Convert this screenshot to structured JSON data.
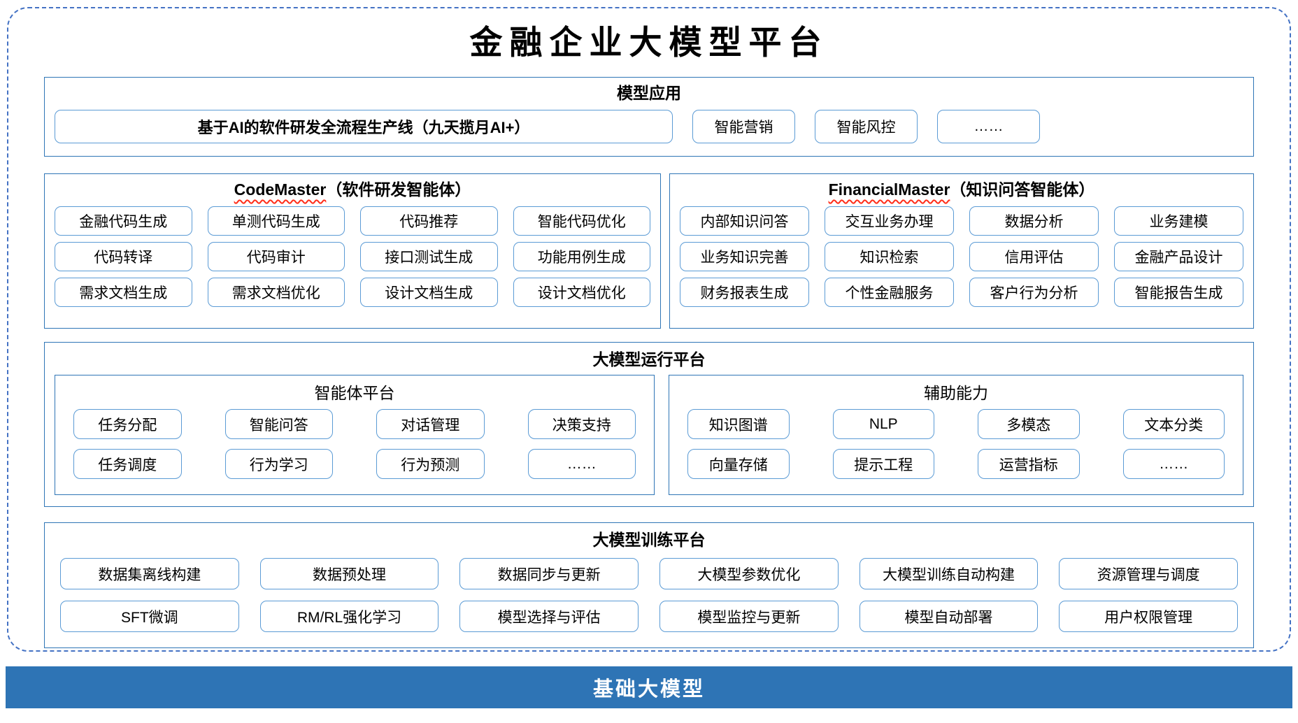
{
  "title": "金融企业大模型平台",
  "colors": {
    "section_border": "#2E75B6",
    "pill_border": "#5B9BD5",
    "outer_dashed": "#4472C4",
    "foundation_bar": "#2E74B5",
    "squiggle": "#FF2D19"
  },
  "sections": {
    "app": {
      "title": "模型应用",
      "pipeline": "基于AI的软件研发全流程生产线（九天揽月AI+）",
      "items": [
        "智能营销",
        "智能风控",
        "……"
      ]
    },
    "codemaster": {
      "name": "CodeMaster",
      "suffix": "（软件研发智能体）",
      "items": [
        "金融代码生成",
        "单测代码生成",
        "代码推荐",
        "智能代码优化",
        "代码转译",
        "代码审计",
        "接口测试生成",
        "功能用例生成",
        "需求文档生成",
        "需求文档优化",
        "设计文档生成",
        "设计文档优化"
      ]
    },
    "financialmaster": {
      "name": "FinancialMaster",
      "suffix": "（知识问答智能体）",
      "items": [
        "内部知识问答",
        "交互业务办理",
        "数据分析",
        "业务建模",
        "业务知识完善",
        "知识检索",
        "信用评估",
        "金融产品设计",
        "财务报表生成",
        "个性金融服务",
        "客户行为分析",
        "智能报告生成"
      ]
    },
    "run": {
      "title": "大模型运行平台",
      "agent": {
        "title": "智能体平台",
        "items": [
          "任务分配",
          "智能问答",
          "对话管理",
          "决策支持",
          "任务调度",
          "行为学习",
          "行为预测",
          "……"
        ]
      },
      "aux": {
        "title": "辅助能力",
        "items": [
          "知识图谱",
          "NLP",
          "多模态",
          "文本分类",
          "向量存储",
          "提示工程",
          "运营指标",
          "……"
        ]
      }
    },
    "train": {
      "title": "大模型训练平台",
      "items": [
        "数据集离线构建",
        "数据预处理",
        "数据同步与更新",
        "大模型参数优化",
        "大模型训练自动构建",
        "资源管理与调度",
        "SFT微调",
        "RM/RL强化学习",
        "模型选择与评估",
        "模型监控与更新",
        "模型自动部署",
        "用户权限管理"
      ]
    }
  },
  "foundation": {
    "label": "基础大模型"
  }
}
